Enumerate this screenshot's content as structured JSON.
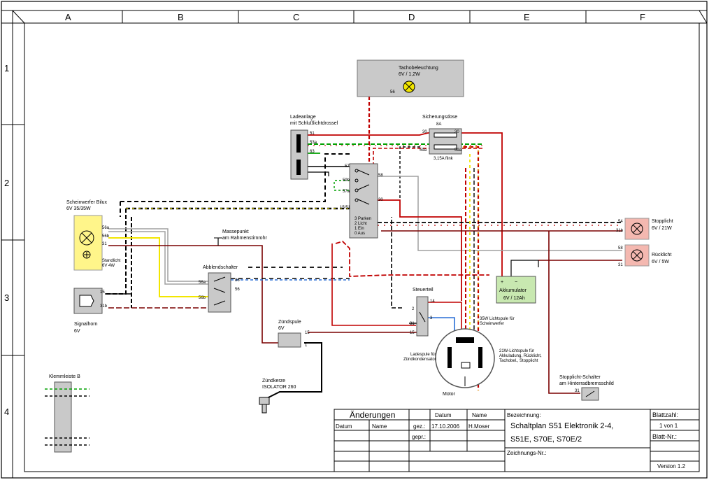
{
  "grid": {
    "columns": [
      "A",
      "B",
      "C",
      "D",
      "E",
      "F"
    ],
    "rows": [
      "1",
      "2",
      "3",
      "4"
    ]
  },
  "components": {
    "tacho": {
      "name": "Tachobeleuchtung",
      "rating": "6V / 1,2W",
      "pin": "56"
    },
    "fuse": {
      "name": "Sicherungsdose",
      "top": "8A",
      "bottom": "3,15A flink",
      "pin_30_left": "30",
      "pin_30_right": "30",
      "pin_59a_left": "59a",
      "pin_59a_right": "59a"
    },
    "charger": {
      "name_line1": "Ladeanlage",
      "name_line2": "mit Schlußlichtdrossel",
      "pin_51": "51",
      "pin_53a": "53a",
      "pin_63": "63"
    },
    "ignition_switch": {
      "pins": [
        "57",
        "58",
        "59b",
        "57a",
        "30",
        "15/51"
      ],
      "positions": [
        "3 Parken",
        "2 Licht",
        "1 Ein",
        "0 Aus"
      ]
    },
    "headlight": {
      "name": "Scheinwerfer Bilux",
      "rating": "6V 35/35W",
      "standlicht_line1": "Standlicht",
      "standlicht_line2": "6V 4W",
      "pin_56a": "56a",
      "pin_56b": "56b",
      "pin_31": "31"
    },
    "ground": {
      "line1": "Massepunkt",
      "line2": "am Rahmenstirnrohr"
    },
    "dimmer": {
      "name": "Abblendschalter",
      "pin_56a": "56a",
      "pin_56b": "56b",
      "pin_86": "86",
      "pin_56": "56"
    },
    "horn": {
      "name": "Signalhorn",
      "rating": "6V",
      "pin_15": "15",
      "pin_31b": "31b"
    },
    "control_unit": {
      "name": "Steuerteil",
      "pins": [
        "14",
        "2",
        "3",
        "31",
        "15"
      ]
    },
    "ignition_coil": {
      "name": "Zündspule",
      "rating": "6V",
      "pin_15": "15",
      "pin_1": "1"
    },
    "spark_plug": {
      "name": "Zündkerze",
      "rating": "ISOLATOR 260"
    },
    "motor": {
      "name": "Motor",
      "coil35_line1": "35W Lichtspule für",
      "coil35_line2": "Scheinwerfer",
      "coil21_line1": "21W-Lichtspule für",
      "coil21_line2": "Akkuladung, Rücklicht,",
      "coil21_line3": "Tachobel., Stopplicht",
      "charge_line1": "Ladespule für",
      "charge_line2": "Zündkondensator"
    },
    "battery": {
      "name": "Akkumulator",
      "rating": "6V / 12Ah",
      "plus": "+",
      "minus": "−"
    },
    "stop_light": {
      "name": "Stopplicht",
      "rating": "6V / 21W",
      "pin_54": "54",
      "pin_31b": "31b"
    },
    "rear_light": {
      "name": "Rücklicht",
      "rating": "6V / 5W",
      "pin_58": "58",
      "pin_31": "31"
    },
    "stop_switch": {
      "line1": "Stopplicht-Schalter",
      "line2": "am Hinterradbremsschild",
      "pin": "31"
    },
    "terminal": {
      "name": "Klemmleiste B"
    }
  },
  "title_block": {
    "changes": "Änderungen",
    "datum": "Datum",
    "name": "Name",
    "datum_col": "Datum",
    "name_col": "Name",
    "gez": "gez.:",
    "gez_date": "17.10.2006",
    "gez_name": "H.Moser",
    "gepr": "gepr.:",
    "bezeichnung": "Bezeichnung:",
    "title_line1": "Schaltplan S51 Elektronik 2-4,",
    "title_line2": "S51E, S70E, S70E/2",
    "zeichnungs": "Zeichnungs-Nr.:",
    "blattzahl": "Blattzahl:",
    "blatt_value": "1 von 1",
    "blatt_nr": "Blatt-Nr.:",
    "version": "Version 1.2"
  },
  "colors": {
    "red": "#c00000",
    "darkred": "#7a0000",
    "black": "#000000",
    "yellow": "#f2e600",
    "green": "#00a000",
    "grey": "#a0a0a0",
    "blue": "#2a6fd6",
    "component_grey": "#c9c9c9",
    "lamp_red": "#f4b8b0",
    "battery_green": "#c8e8b0",
    "headlight_yellow": "#fff58a"
  }
}
